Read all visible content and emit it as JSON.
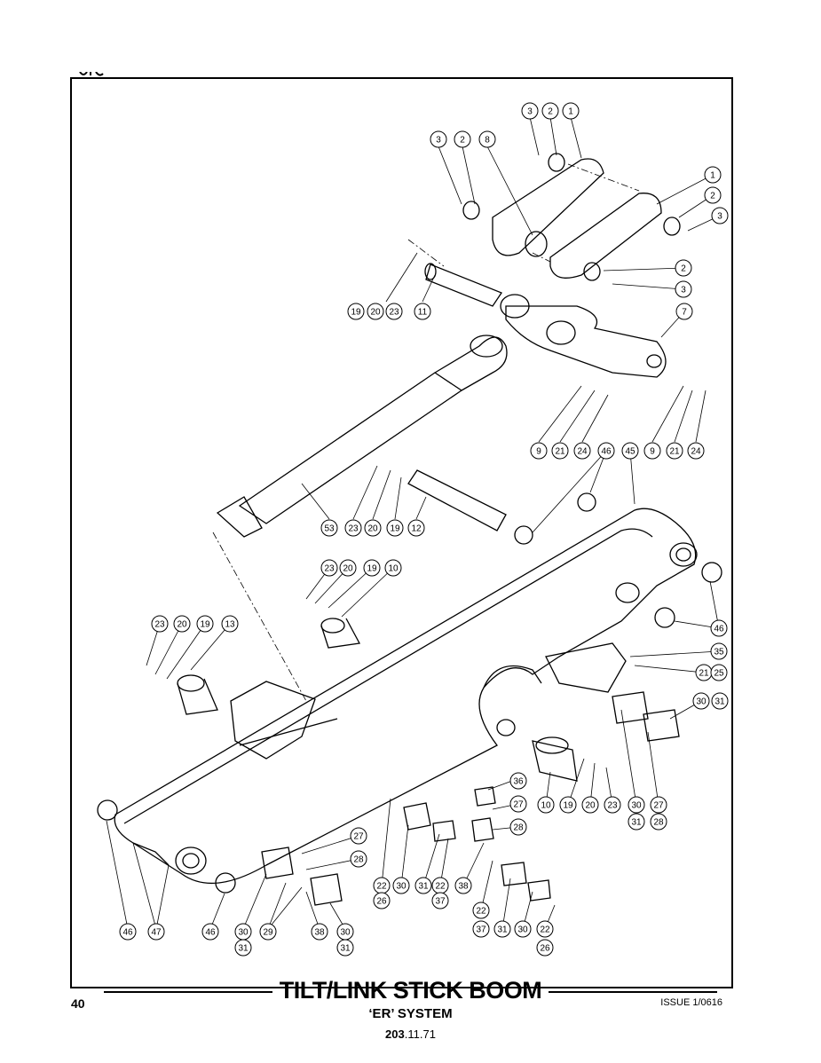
{
  "page": {
    "number": "40",
    "title": "TILT/LINK STICK BOOM",
    "subtitle": "‘ER’ SYSTEM",
    "reference_main": "203",
    "reference_suffix": ".11.71",
    "issue": "ISSUE 1/0616"
  },
  "callouts": [
    "3",
    "2",
    "1",
    "3",
    "2",
    "8",
    "1",
    "2",
    "3",
    "19",
    "20",
    "23",
    "11",
    "2",
    "3",
    "7",
    "9",
    "21",
    "24",
    "9",
    "21",
    "24",
    "46",
    "45",
    "53",
    "23",
    "20",
    "19",
    "12",
    "23",
    "20",
    "19",
    "10",
    "46",
    "23",
    "20",
    "19",
    "13",
    "35",
    "21",
    "25",
    "30",
    "31",
    "10",
    "19",
    "20",
    "23",
    "30",
    "31",
    "27",
    "28",
    "27",
    "28",
    "36",
    "27",
    "28",
    "22",
    "26",
    "30",
    "31",
    "22",
    "37",
    "38",
    "46",
    "47",
    "46",
    "30",
    "31",
    "29",
    "38",
    "30",
    "31",
    "22",
    "37",
    "31",
    "30",
    "22",
    "26"
  ]
}
